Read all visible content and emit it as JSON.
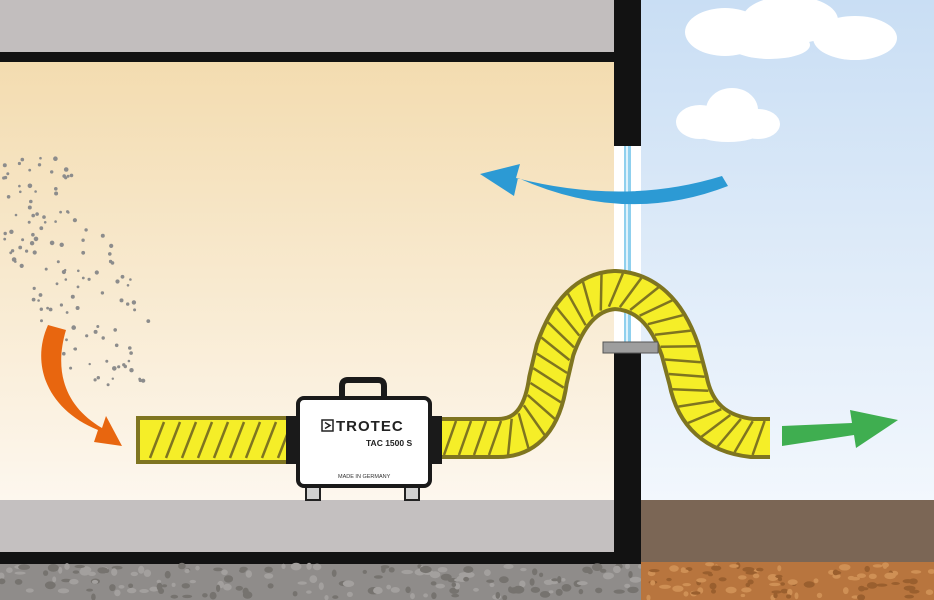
{
  "device": {
    "brand": "TROTEC",
    "model": "TAC 1500 S",
    "made_in": "MADE IN GERMANY"
  },
  "colors": {
    "interior_top": "#f3dcb0",
    "interior_bottom": "#fdf7ee",
    "sky_top": "#c9def4",
    "sky_bottom": "#f2f7fd",
    "wall": "#121212",
    "ceiling": "#c2bebe",
    "floor": "#c4c0c0",
    "ground_outside": "#7b6655",
    "gravel": "#8f8c8a",
    "soil": "#b8753e",
    "duct_fill": "#f5ee28",
    "duct_stroke": "#7f7520",
    "arrow_fresh_air": "#2c9ad4",
    "arrow_dust_intake": "#e8660f",
    "arrow_exhaust": "#3fae50",
    "dust": "#8c8c8c",
    "window_line": "#8fd0ee"
  }
}
